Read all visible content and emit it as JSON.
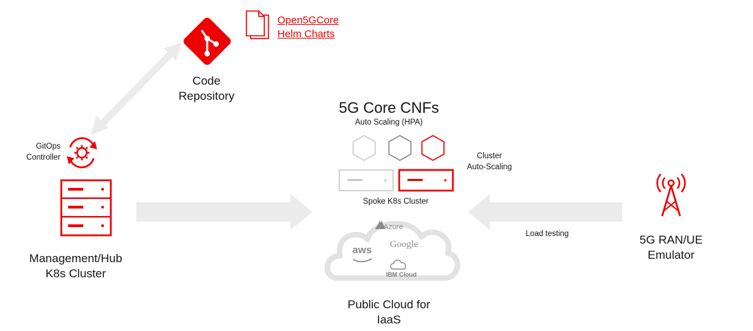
{
  "repo": {
    "label_line1": "Code",
    "label_line2": "Repository",
    "icon": "git-icon"
  },
  "helm_link": {
    "line1": "Open5GCore",
    "line2": "Helm Charts",
    "icon": "document-stack-icon"
  },
  "gitops": {
    "line1": "GitOps",
    "line2": "Controller",
    "icon": "sync-gear-icon"
  },
  "hub": {
    "line1": "Management/Hub",
    "line2": "K8s Cluster",
    "icon": "server-rack-icon"
  },
  "cnf": {
    "title": "5G Core CNFs",
    "subtitle": "Auto Scaling (HPA)",
    "cluster_label": "Spoke K8s Cluster",
    "autoscale_line1": "Cluster",
    "autoscale_line2": "Auto-Scaling"
  },
  "cloud": {
    "line1": "Public Cloud for",
    "line2": "IaaS",
    "providers": [
      "Azure",
      "aws",
      "Google",
      "IBM Cloud"
    ]
  },
  "ran": {
    "line1": "5G RAN/UE",
    "line2": "Emulator",
    "icon": "antenna-tower-icon"
  },
  "load_testing": "Load testing",
  "colors": {
    "accent": "#ee0000",
    "arrow": "#ebebeb",
    "icon_gray": "#c8c8c8",
    "dark_gray": "#8a8a8a"
  }
}
